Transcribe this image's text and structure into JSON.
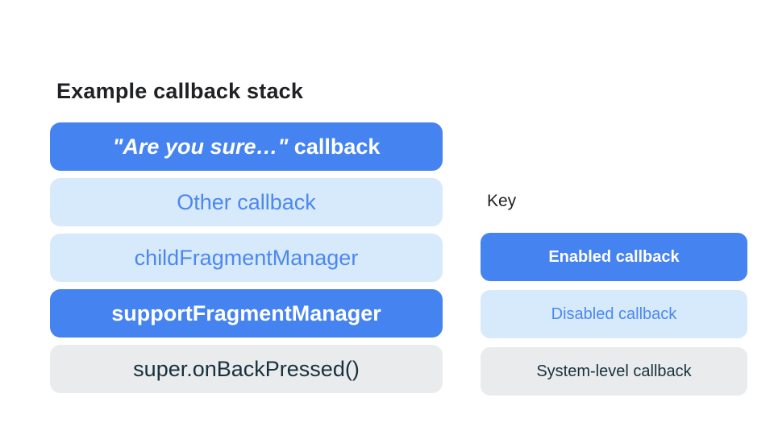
{
  "page": {
    "background": "#FFFFFF"
  },
  "colors": {
    "enabled_bg": "#4583F1",
    "enabled_text": "#FFFFFF",
    "disabled_bg": "#D6EAFB",
    "disabled_text": "#4C87F1",
    "system_bg": "#EAEBEC",
    "system_text": "#17313E",
    "heading_text": "#202124"
  },
  "stack": {
    "title": "Example callback stack",
    "items": [
      {
        "type": "enabled",
        "label_italic": "\"Are you sure…\"",
        "label_rest": " callback"
      },
      {
        "type": "disabled",
        "label": "Other callback"
      },
      {
        "type": "disabled",
        "label": "childFragmentManager"
      },
      {
        "type": "enabled",
        "label": "supportFragmentManager"
      },
      {
        "type": "system",
        "label": "super.onBackPressed()"
      }
    ]
  },
  "key": {
    "title": "Key",
    "items": [
      {
        "type": "enabled",
        "label": "Enabled callback"
      },
      {
        "type": "disabled",
        "label": "Disabled callback"
      },
      {
        "type": "system",
        "label": "System-level callback"
      }
    ]
  }
}
